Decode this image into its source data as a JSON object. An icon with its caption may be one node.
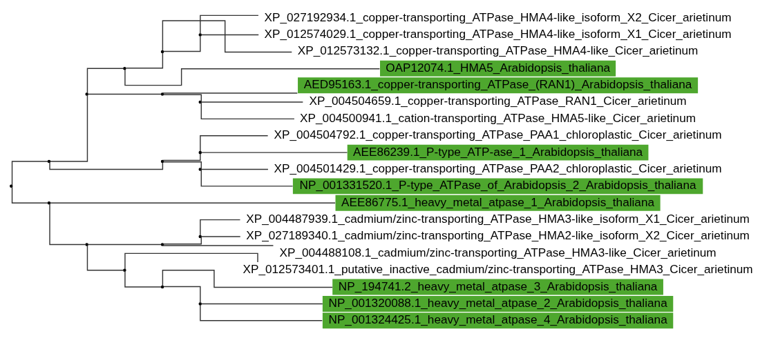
{
  "diagram": {
    "nodes": [
      {
        "text": [
          "XP_027192934.1_copper-transporting_ATPase_HMA4-like_isoform_X2_Cicer_arietinum"
        ]
      },
      {
        "text": [
          "XP_012574029.1_copper-transporting_ATPase_HMA4-like_isoform_X1_Cicer_arietinum"
        ]
      },
      {
        "text": [
          "XP_012573132.1_copper-transporting_ATPase_HMA4-like_Cicer_arietinum"
        ]
      },
      {
        "text": [
          "OAP12074.1_HMA5_Arabidopsis_thaliana"
        ]
      },
      {
        "text": [
          "AED95163.1_copper-transporting_ATPase_(RAN1)_Arabidopsis_thaliana"
        ]
      },
      {
        "text": [
          "XP_004504659.1_copper-transporting_ATPase_RAN1_Cicer_arietinum"
        ]
      },
      {
        "text": [
          "XP_004500941.1_cation-transporting_ATPase_HMA5-like_Cicer_arietinum"
        ]
      },
      {
        "text": [
          "XP_004504792.1_copper-transporting_ATPase_PAA1_chloroplastic_Cicer_arietinum"
        ]
      },
      {
        "text": [
          "AEE86239.1_P-type_ATP-ase_1_Arabidopsis_thaliana"
        ]
      },
      {
        "text": [
          "XP_004501429.1_copper-transporting_ATPase_PAA2_chloroplastic_Cicer_arietinum"
        ]
      },
      {
        "text": [
          "NP_001331520.1_P-type_ATPase_of_Arabidopsis_2_Arabidopsis_thaliana"
        ]
      },
      {
        "text": [
          "AEE86775.1_heavy_metal_atpase_1_Arabidopsis_thaliana"
        ]
      },
      {
        "text": [
          "XP_004487939.1_cadmium/zinc-transporting_ATPase_HMA3-like_isoform_X1_Cicer_arietinum"
        ]
      },
      {
        "text": [
          "XP_027189340.1_cadmium/zinc-transporting_ATPase_HMA2-like_isoform_X2_Cicer_arietinum"
        ]
      },
      {
        "text": [
          "XP_004488108.1_cadmium/zinc-transporting_ATPase_HMA3-like_Cicer_arietinum"
        ]
      },
      {
        "text": [
          "XP_012573401.1_putative_inactive_cadmium/zinc-transporting_ATPase_HMA3_Cicer_arietinum"
        ]
      },
      {
        "text": [
          "NP_194741.2_heavy_metal_atpase_3_Arabidopsis_thaliana"
        ]
      },
      {
        "text": [
          "NP_001320088.1_heavy_metal_atpase_2_Arabidopsis_thaliana"
        ]
      },
      {
        "text": [
          "NP_001324425.1_heavy_metal_atpase_4_Arabidopsis_thaliana"
        ]
      },
      {
        "text": [],
        "shape": "point"
      },
      {
        "text": [],
        "shape": "point"
      },
      {
        "text": [],
        "shape": "point"
      },
      {
        "text": [],
        "shape": "point"
      },
      {
        "text": [],
        "shape": "point"
      },
      {
        "text": [],
        "shape": "point"
      },
      {
        "text": [],
        "shape": "point"
      },
      {
        "text": [],
        "shape": "point"
      },
      {
        "text": [],
        "shape": "point"
      },
      {
        "text": [],
        "shape": "point"
      },
      {
        "text": [],
        "shape": "point"
      },
      {
        "text": [],
        "shape": "point"
      },
      {
        "text": [],
        "shape": "point"
      },
      {
        "text": [],
        "shape": "point"
      },
      {
        "text": [],
        "shape": "point"
      },
      {
        "text": [],
        "shape": "point"
      },
      {
        "text": [],
        "shape": "point"
      },
      {
        "text": [],
        "shape": "point"
      }
    ],
    "edges": [
      {
        "from": 19,
        "to": 20,
        "arrow": "none"
      },
      {
        "from": 19,
        "to": 30,
        "arrow": "none"
      },
      {
        "from": 20,
        "to": 21,
        "arrow": "none"
      },
      {
        "from": 20,
        "to": 27,
        "arrow": "none"
      },
      {
        "from": 21,
        "to": 22,
        "arrow": "none"
      },
      {
        "from": 21,
        "to": 25,
        "arrow": "none"
      },
      {
        "from": 22,
        "to": 23,
        "arrow": "none"
      },
      {
        "from": 22,
        "to": 3,
        "arrow": "none"
      },
      {
        "from": 23,
        "to": 24,
        "arrow": "none"
      },
      {
        "from": 23,
        "to": 2,
        "arrow": "none"
      },
      {
        "from": 24,
        "to": 0,
        "arrow": "none"
      },
      {
        "from": 24,
        "to": 1,
        "arrow": "none"
      },
      {
        "from": 25,
        "to": 4,
        "arrow": "none"
      },
      {
        "from": 25,
        "to": 26,
        "arrow": "none"
      },
      {
        "from": 26,
        "to": 5,
        "arrow": "none"
      },
      {
        "from": 26,
        "to": 6,
        "arrow": "none"
      },
      {
        "from": 27,
        "to": 28,
        "arrow": "none"
      },
      {
        "from": 27,
        "to": 29,
        "arrow": "none"
      },
      {
        "from": 28,
        "to": 7,
        "arrow": "none"
      },
      {
        "from": 28,
        "to": 8,
        "arrow": "none"
      },
      {
        "from": 29,
        "to": 9,
        "arrow": "none"
      },
      {
        "from": 29,
        "to": 10,
        "arrow": "none"
      },
      {
        "from": 30,
        "to": 11,
        "arrow": "none"
      },
      {
        "from": 30,
        "to": 31,
        "arrow": "none"
      },
      {
        "from": 31,
        "to": 32,
        "arrow": "none"
      },
      {
        "from": 31,
        "to": 34,
        "arrow": "none"
      },
      {
        "from": 32,
        "to": 33,
        "arrow": "none"
      },
      {
        "from": 32,
        "to": 14,
        "arrow": "none"
      },
      {
        "from": 33,
        "to": 12,
        "arrow": "none"
      },
      {
        "from": 33,
        "to": 13,
        "arrow": "none"
      },
      {
        "from": 34,
        "to": 15,
        "arrow": "none"
      },
      {
        "from": 34,
        "to": 36,
        "arrow": "none"
      },
      {
        "from": 36,
        "to": 16,
        "arrow": "none"
      },
      {
        "from": 36,
        "to": 35,
        "arrow": "none"
      },
      {
        "from": 35,
        "to": 17,
        "arrow": "none"
      },
      {
        "from": 35,
        "to": 18,
        "arrow": "none"
      }
    ]
  }
}
